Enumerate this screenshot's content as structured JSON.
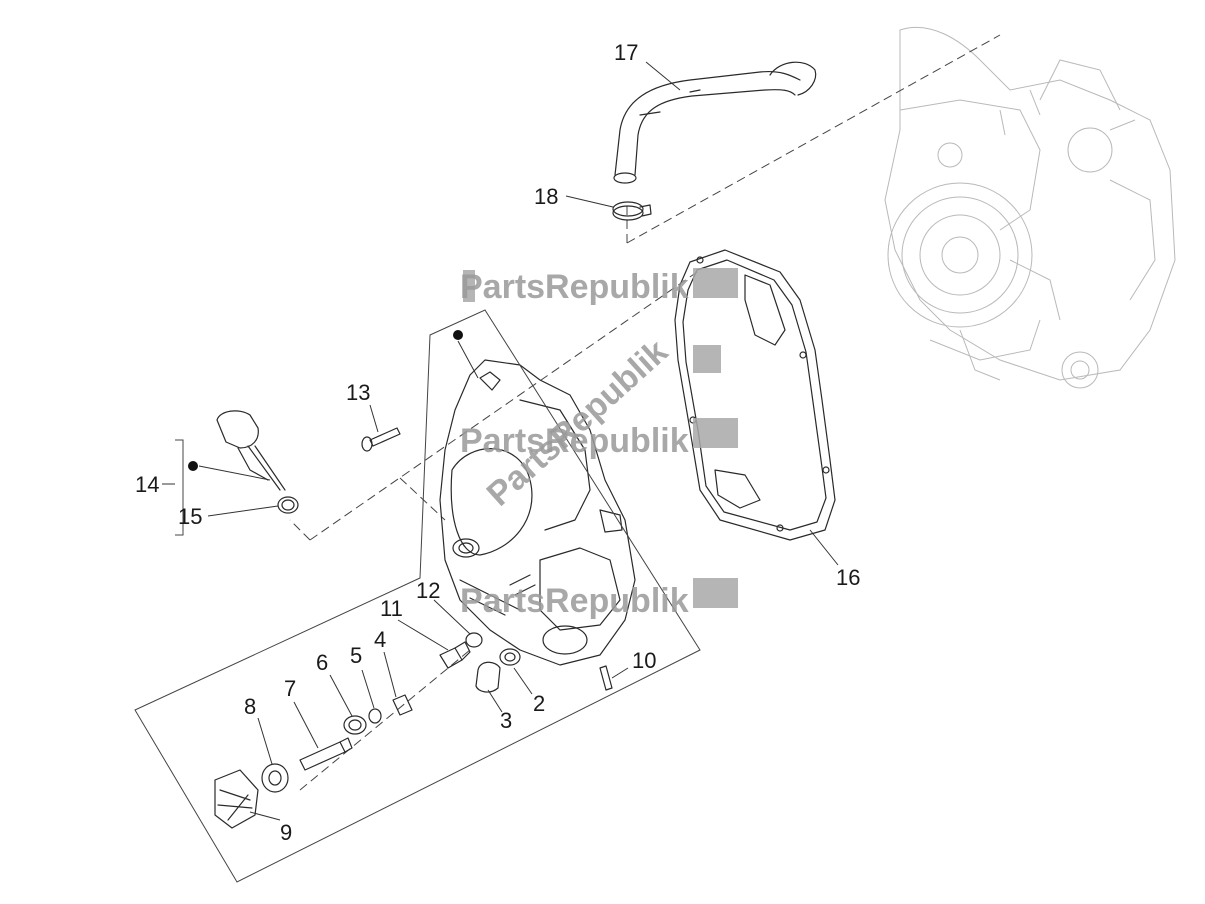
{
  "diagram": {
    "callouts": [
      {
        "id": "c1",
        "label": "17"
      },
      {
        "id": "c2",
        "label": "18"
      },
      {
        "id": "c3",
        "label": "13"
      },
      {
        "id": "c4",
        "label": "14"
      },
      {
        "id": "c5",
        "label": "15"
      },
      {
        "id": "c6",
        "label": "16"
      },
      {
        "id": "c7",
        "label": "12"
      },
      {
        "id": "c8",
        "label": "11"
      },
      {
        "id": "c9",
        "label": "6"
      },
      {
        "id": "c10",
        "label": "5"
      },
      {
        "id": "c11",
        "label": "4"
      },
      {
        "id": "c12",
        "label": "8"
      },
      {
        "id": "c13",
        "label": "7"
      },
      {
        "id": "c14",
        "label": "10"
      },
      {
        "id": "c15",
        "label": "2"
      },
      {
        "id": "c16",
        "label": "3"
      },
      {
        "id": "c17",
        "label": "9"
      }
    ],
    "watermarks": [
      "PartsRepublik",
      "PartsRepublik",
      "PartsRepublik",
      "PartsRepublik"
    ]
  }
}
